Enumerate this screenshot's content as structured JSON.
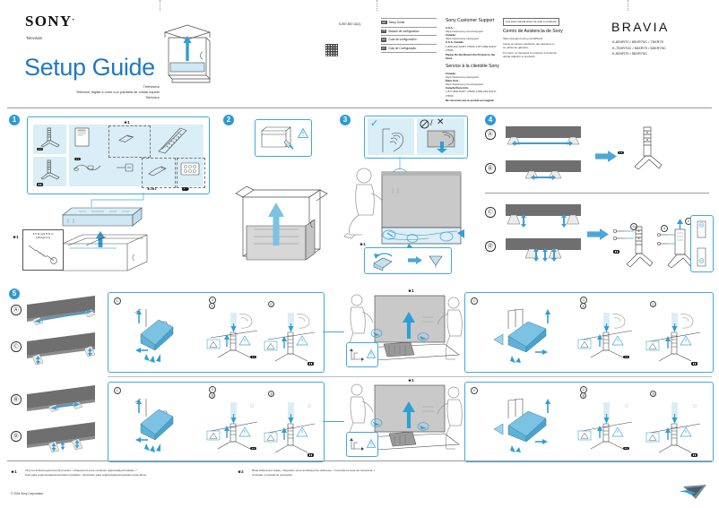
{
  "doc": {
    "brand": "SONY",
    "brand_dot": ".",
    "category": "Television",
    "title": "Setup Guide",
    "subtitles": "Téléviseur\nTelevisor digital a color con pantalla de cristal líquido\nTelevizor",
    "subtitle_fr": "Téléviseur",
    "subtitle_es": "Televisor digital a color con pantalla de cristal líquido",
    "subtitle_pt": "Televizor",
    "doc_number": "5-057-857-02(1)",
    "qr_label": "qr-code",
    "copyright": "© 2024 Sony Corporation"
  },
  "languages": [
    {
      "code": "EN",
      "name": "Setup Guide"
    },
    {
      "code": "FR",
      "name": "Manuel de configuration"
    },
    {
      "code": "ES",
      "name": "Guía de configuración"
    },
    {
      "code": "PT",
      "name": "Guia de Configuração"
    }
  ],
  "support_en": {
    "heading": "Sony Customer Support",
    "lines": [
      {
        "t": "U.S.A. :",
        "b": true
      },
      {
        "t": "https://www.sony.com/tvsupport",
        "b": false
      },
      {
        "t": "Canada :",
        "b": true
      },
      {
        "t": "https://www.sony.ca/support",
        "b": false
      },
      {
        "t": "U.S.A.            Canada",
        "b": true
      },
      {
        "t": "1-800-222-SONY (7669)  1-877-899-SONY (7669)",
        "b": false
      },
      {
        "t": "Please Do Not Return the Product to the Store",
        "b": true
      }
    ]
  },
  "support_fr": {
    "heading": "Service à la clientèle Sony",
    "lines": [
      {
        "t": "Canada :",
        "b": true
      },
      {
        "t": "https://www.sony.ca/support",
        "b": false
      },
      {
        "t": "États-Unis :",
        "b": true
      },
      {
        "t": "https://www.sony.com/tvsupport",
        "b": false
      },
      {
        "t": "Canada            États-Unis",
        "b": true
      },
      {
        "t": "1-877-899-SONY (7669)  1-800-222-SONY (7669)",
        "b": false
      },
      {
        "t": "Ne retournez pas le produit au magasin",
        "b": true
      }
    ]
  },
  "support_es": {
    "notice": "Lea este manual antes de usar el producto",
    "heading": "Centro de Asistencia de Sony",
    "lines": [
      {
        "t": "https://esupport.sony.com/ES/LA/",
        "b": false
      },
      {
        "t": "Llame al número telefónico que aparece en",
        "b": false
      },
      {
        "t": "su póliza de garantía.",
        "b": false
      },
      {
        "t": "Por favor no devuelva el producto a la tienda",
        "b": false
      },
      {
        "t": "donde adquirió el producto.",
        "b": false
      }
    ]
  },
  "bravia": {
    "wordmark": "BRAVIA",
    "models": [
      "K-85XR70 / 85XR70C / 75XR70",
      "K-75XR70C / 65XR70 / 65XR70C",
      "K-55XR70 / 55XR70C"
    ]
  },
  "steps": {
    "s1": {
      "number": "1",
      "star1": "★1",
      "star1_star2": "★1★2",
      "star2": "★2",
      "torque_note_star": "★1",
      "torque_line1": "1.5 N·m/1.5 N·m",
      "torque_line2": "(15 kgf·cm)"
    },
    "s2": {
      "number": "2"
    },
    "s3": {
      "number": "3",
      "star1": "★1",
      "ok": "✓",
      "no": "⃠",
      "slash": "/",
      "x": "✕"
    },
    "s4": {
      "number": "4",
      "rows": [
        "Ⓐ",
        "Ⓑ",
        "Ⓒ",
        "Ⓓ"
      ],
      "sub": [
        "①",
        "②",
        "③"
      ]
    },
    "s5": {
      "number": "5",
      "left_top": [
        "Ⓐ",
        "Ⓒ"
      ],
      "left_bottom": [
        "Ⓑ",
        "Ⓓ"
      ],
      "sub_nums": [
        "①",
        "②"
      ],
      "row1_letters": [
        "Ⓐ",
        "Ⓒ"
      ],
      "row2_letters": [
        "Ⓑ",
        "Ⓓ"
      ],
      "star1": "★1"
    }
  },
  "footnotes": [
    {
      "mark": "★1",
      "line1": "Only for limited region/country/model. / Uniquement pour certaines régions/pays/modèles. /",
      "line2": "Solo para regiones/países/modelos limitados. / Exclusivo para regiões/países/modelos específicos."
    },
    {
      "mark": "★2",
      "line1": "Refer Reference Guide. / Reportez-vous au Manuel de référence. / Consulte la Guía de referencia. /",
      "line2": "Consulte o manual de instruções."
    }
  ],
  "colors": {
    "accent_blue": "#2c9ad6",
    "title_blue": "#2079c0",
    "panel_border": "#3fa9dd",
    "panel_fill": "#d9eef7",
    "gray_tv": "#6f6f6f",
    "arrow_blue": "#4aa8d8"
  }
}
